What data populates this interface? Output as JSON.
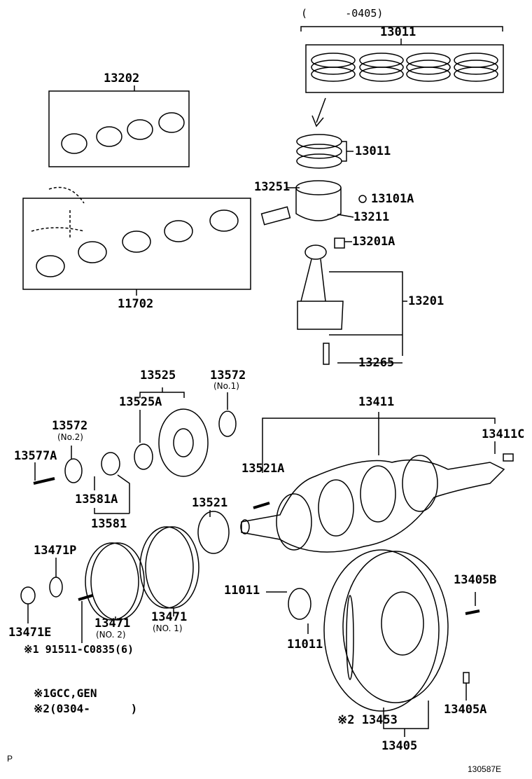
{
  "diagram": {
    "range_top": "(      -0405)",
    "parts": {
      "p13011_set": "13011",
      "p13202": "13202",
      "p13011_ring": "13011",
      "p13251": "13251",
      "p13101A": "13101A",
      "p13211": "13211",
      "p13201A": "13201A",
      "p13201": "13201",
      "p11702": "11702",
      "p13265": "13265",
      "p13525": "13525",
      "p13572_no1": "13572",
      "p13572_no1_sub": "(No.1)",
      "p13525A": "13525A",
      "p13411": "13411",
      "p13572_no2": "13572",
      "p13572_no2_sub": "(No.2)",
      "p13411C": "13411C",
      "p13577A": "13577A",
      "p13521A": "13521A",
      "p13581A": "13581A",
      "p13521": "13521",
      "p13581": "13581",
      "p13471P": "13471P",
      "p11011_a": "11011",
      "p13405B": "13405B",
      "p13471_no2": "13471",
      "p13471_no2_sub": "(NO. 2)",
      "p13471_no1": "13471",
      "p13471_no1_sub": "(NO. 1)",
      "p13471E": "13471E",
      "p11011_b": "11011",
      "p91511": "※1 91511-C0835(6)",
      "p13405A": "13405A",
      "p13453": "※2 13453",
      "p13405": "13405"
    },
    "notes": {
      "note1": "※1GCC,GEN",
      "note2": "※2(0304-      )"
    },
    "footer": {
      "page_marker": "P",
      "figure_id": "130587E"
    }
  }
}
